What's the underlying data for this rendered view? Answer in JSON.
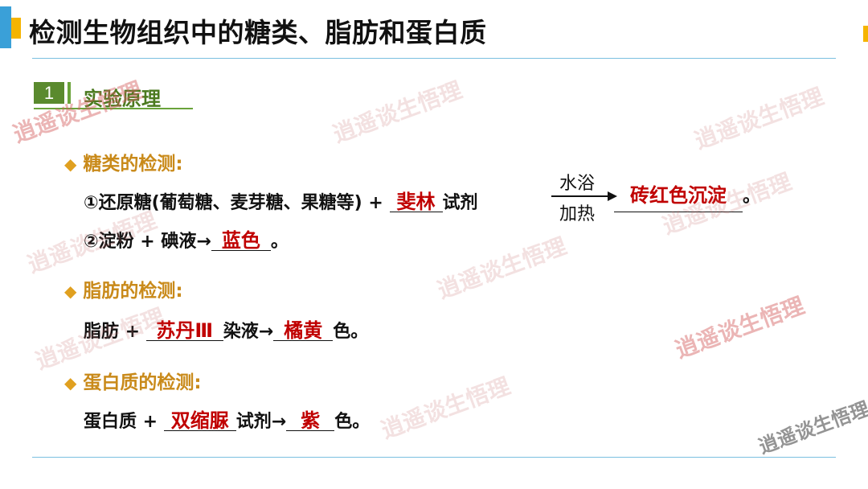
{
  "title": "检测生物组织中的糖类、脂肪和蛋白质",
  "section": {
    "number": "1",
    "title": "实验原理"
  },
  "sugar": {
    "heading": "糖类的检测:",
    "line1": {
      "prefix": "①还原糖(葡萄糖、麦芽糖、果糖等) +",
      "blank1": "斐林",
      "mid": "试剂",
      "cond_top": "水浴",
      "cond_bottom": "加热",
      "blank2": "砖红色沉淀",
      "suffix": "。"
    },
    "line2": {
      "prefix": "②淀粉 + 碘液→",
      "blank": "蓝色",
      "suffix": "。"
    }
  },
  "fat": {
    "heading": "脂肪的检测:",
    "line": {
      "prefix": "脂肪 +",
      "blank1": "苏丹Ⅲ",
      "mid": "染液→",
      "blank2": "橘黄",
      "suffix": "色。"
    }
  },
  "protein": {
    "heading": "蛋白质的检测:",
    "line": {
      "prefix": "蛋白质 +",
      "blank1": "双缩脲",
      "mid": "试剂→",
      "blank2": "紫",
      "suffix": "色。"
    }
  },
  "watermark": "逍遥谈生悟理",
  "colors": {
    "accent_blue": "#3aa0d8",
    "accent_yellow": "#f5b400",
    "section_green": "#5a8a2e",
    "heading_orange": "#c98a1a",
    "answer_red": "#c00000"
  }
}
